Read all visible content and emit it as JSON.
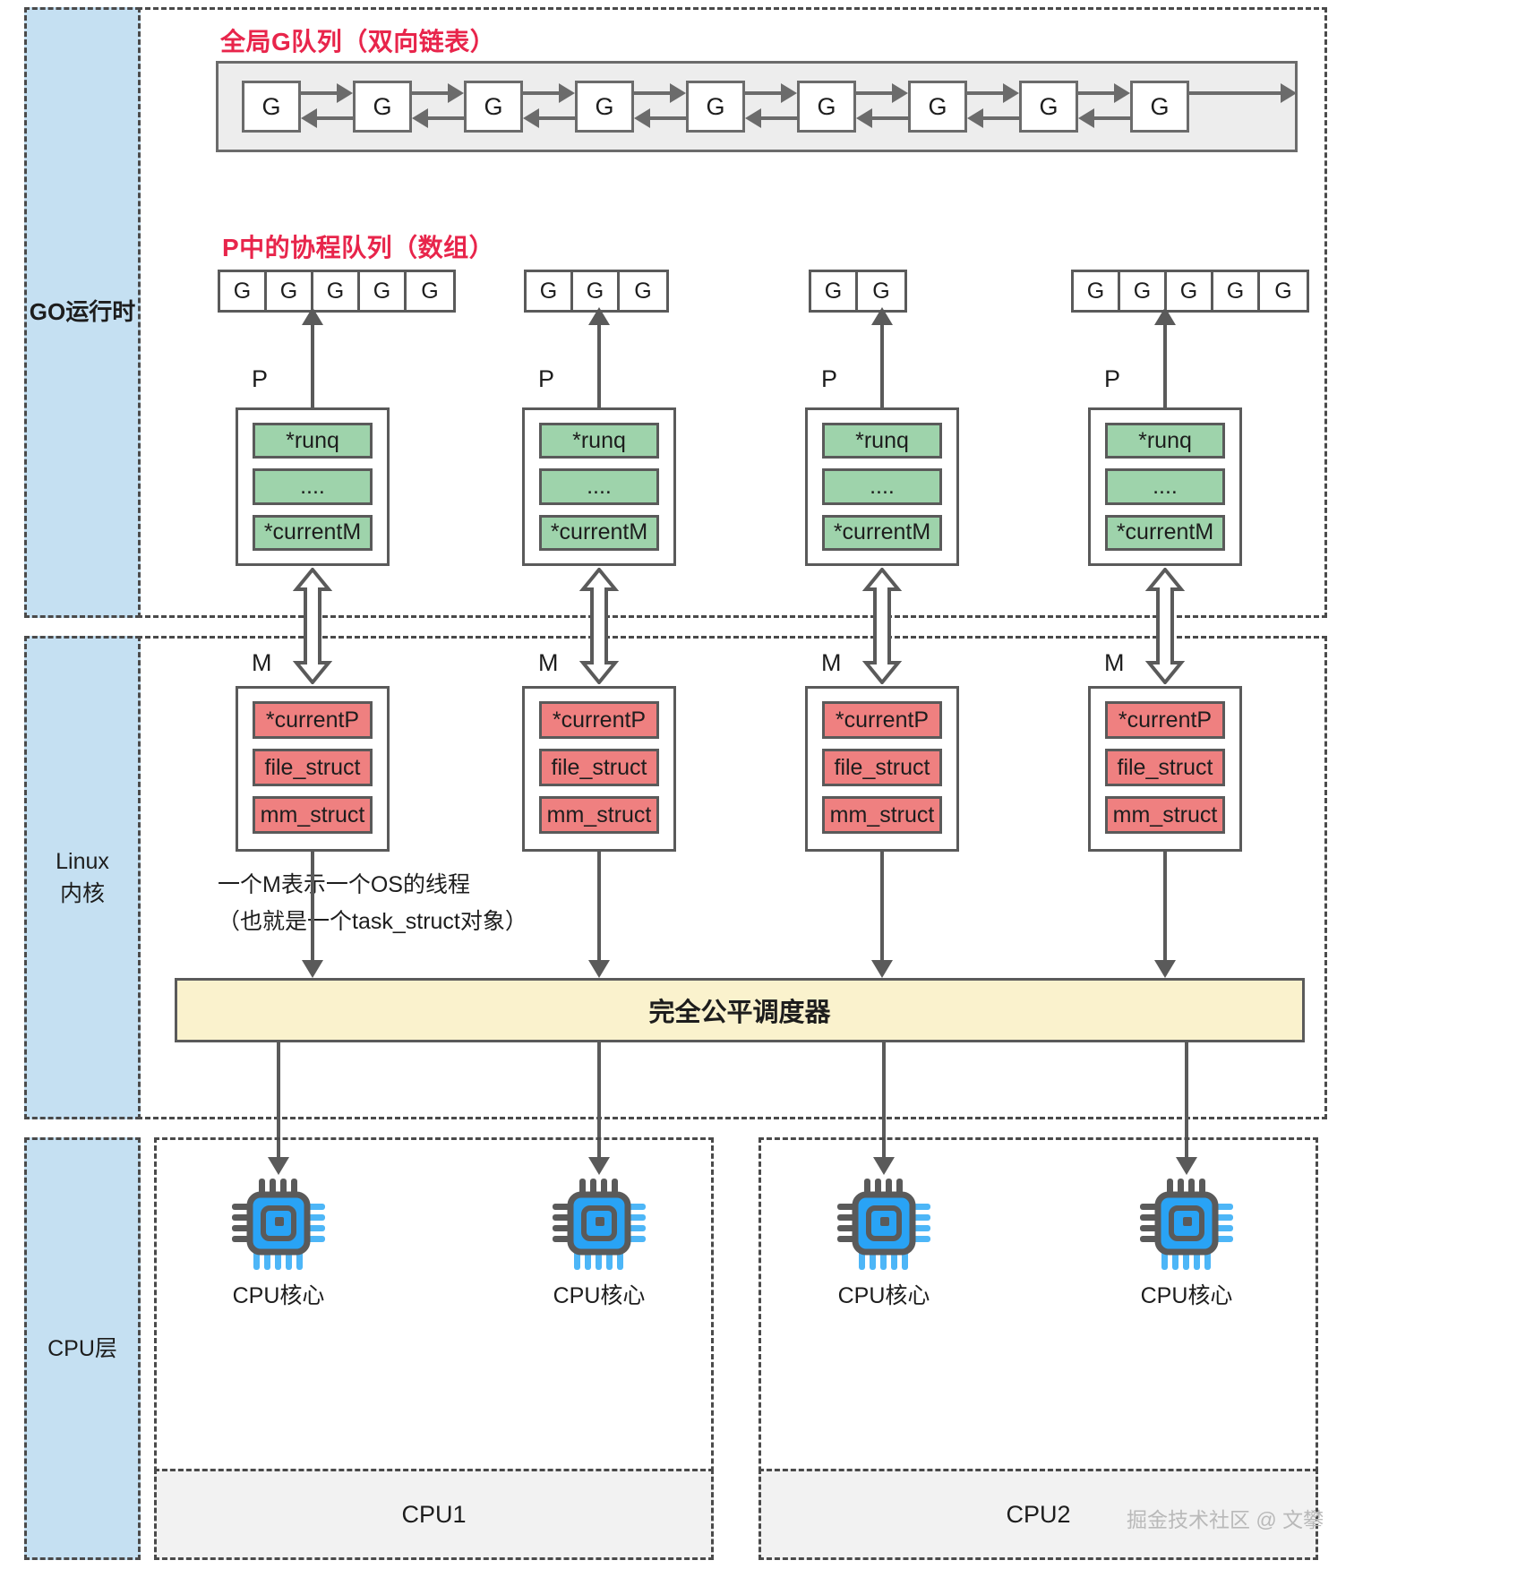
{
  "layers": [
    {
      "id": "go-runtime",
      "label": "GO运行时",
      "bold": true
    },
    {
      "id": "linux-kernel",
      "label": "Linux\n内核",
      "bold": false
    },
    {
      "id": "cpu-layer",
      "label": "CPU层",
      "bold": false
    }
  ],
  "titles": {
    "global_queue": "全局G队列（双向链表）",
    "local_queue": "P中的协程队列（数组）"
  },
  "global_queue": {
    "node_label": "G",
    "node_count": 9
  },
  "processors": [
    {
      "p_label": "P",
      "m_label": "M",
      "runq_cells": [
        "G",
        "G",
        "G",
        "G",
        "G"
      ],
      "p_fields": [
        "*runq",
        "....",
        "*currentM"
      ],
      "m_fields": [
        "*currentP",
        "file_struct",
        "mm_struct"
      ]
    },
    {
      "p_label": "P",
      "m_label": "M",
      "runq_cells": [
        "G",
        "G",
        "G"
      ],
      "p_fields": [
        "*runq",
        "....",
        "*currentM"
      ],
      "m_fields": [
        "*currentP",
        "file_struct",
        "mm_struct"
      ]
    },
    {
      "p_label": "P",
      "m_label": "M",
      "runq_cells": [
        "G",
        "G"
      ],
      "p_fields": [
        "*runq",
        "....",
        "*currentM"
      ],
      "m_fields": [
        "*currentP",
        "file_struct",
        "mm_struct"
      ]
    },
    {
      "p_label": "P",
      "m_label": "M",
      "runq_cells": [
        "G",
        "G",
        "G",
        "G",
        "G"
      ],
      "p_fields": [
        "*runq",
        "....",
        "*currentM"
      ],
      "m_fields": [
        "*currentP",
        "file_struct",
        "mm_struct"
      ]
    }
  ],
  "note": {
    "line1": "一个M表示一个OS的线程",
    "line2": "（也就是一个task_struct对象）"
  },
  "scheduler": {
    "label": "完全公平调度器"
  },
  "cpu": {
    "core_label": "CPU核心",
    "groups": [
      {
        "name": "CPU1",
        "cores": 2
      },
      {
        "name": "CPU2",
        "cores": 2
      }
    ]
  },
  "watermark": "掘金技术社区 @ 文攀",
  "colors": {
    "accent_red": "#e8254b",
    "layer_tab": "#c5e0f2",
    "p_field": "#9ed3ab",
    "m_field": "#ef8080",
    "scheduler": "#faf2cd",
    "chip": "#29a3f5",
    "stroke": "#5a5a5a"
  }
}
